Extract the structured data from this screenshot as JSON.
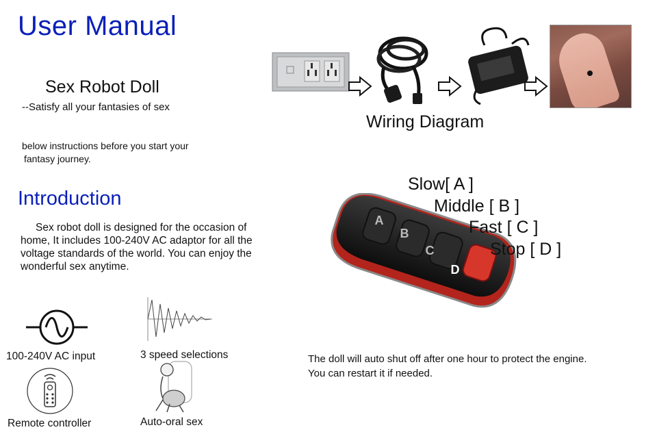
{
  "header": {
    "title": "User Manual",
    "product_name": "Sex Robot Doll",
    "tagline": "--Satisfy all your fantasies of sex",
    "instruction_line1": "below instructions before you start your",
    "instruction_line2": "fantasy journey."
  },
  "introduction": {
    "heading": "Introduction",
    "body": "Sex robot doll is designed for the occasion of home, It includes 100-240V AC adaptor for all the voltage standards of the world. You can enjoy the wonderful sex anytime."
  },
  "features": [
    {
      "label": "100-240V AC input",
      "icon": "ac-sine-wave-icon"
    },
    {
      "label": "3 speed selections",
      "icon": "damped-wave-icon"
    },
    {
      "label": "Remote controller",
      "icon": "remote-controller-icon"
    },
    {
      "label": "Auto-oral sex",
      "icon": "figure-icon"
    }
  ],
  "wiring": {
    "label": "Wiring Diagram",
    "steps": [
      "wall-socket",
      "power-cord",
      "ac-adaptor",
      "doll-port"
    ]
  },
  "remote": {
    "buttons": [
      {
        "key": "A",
        "label": "Slow[ A ]"
      },
      {
        "key": "B",
        "label": "Middle [ B ]"
      },
      {
        "key": "C",
        "label": "Fast [ C ]"
      },
      {
        "key": "D",
        "label": "Stop [ D ]"
      }
    ],
    "note_line1": "The doll will auto shut off after one hour to protect the engine.",
    "note_line2": "You can restart it if needed."
  },
  "colors": {
    "heading_blue": "#0a1fb8",
    "remote_body": "#1c1c1c",
    "remote_red": "#b3241c",
    "stop_button": "#d7362b"
  }
}
